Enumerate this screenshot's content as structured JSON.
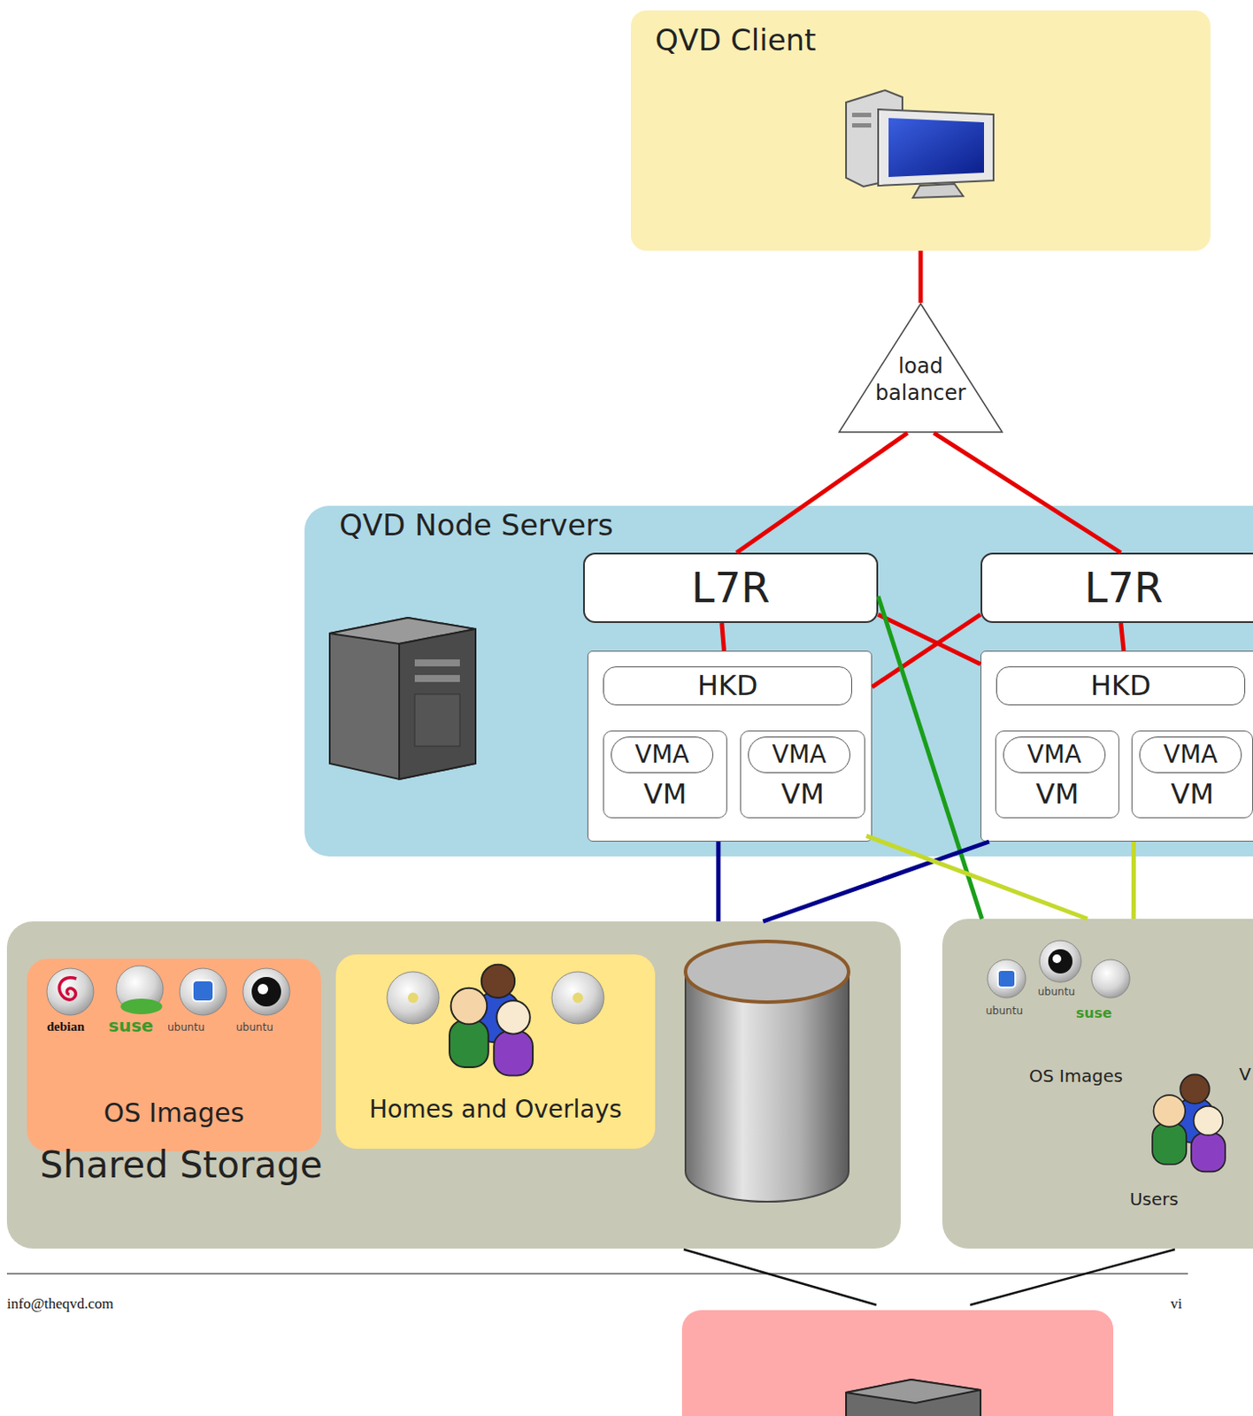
{
  "diagram": {
    "nodes": [
      {
        "text": [
          "QVD Client"
        ]
      },
      {
        "text": [
          "load balancer"
        ]
      },
      {
        "text": [
          "QVD Node Servers"
        ]
      },
      {
        "text": [
          "L7R"
        ],
        "in": 2
      },
      {
        "text": [
          "HKD"
        ],
        "in": 2
      },
      {
        "text": [
          "VMA",
          "VM"
        ],
        "in": 4
      },
      {
        "text": [
          "VMA",
          "VM"
        ],
        "in": 4
      },
      {
        "text": [
          "L7R"
        ],
        "in": 2
      },
      {
        "text": [
          "HKD"
        ],
        "in": 2
      },
      {
        "text": [
          "VMA",
          "VM"
        ],
        "in": 8
      },
      {
        "text": [
          "VMA",
          "VM"
        ],
        "in": 8
      },
      {
        "text": [
          "Shared Storage"
        ]
      },
      {
        "text": [
          "OS Images"
        ],
        "in": 11
      },
      {
        "text": [
          "Homes and Overlays"
        ],
        "in": 11
      },
      {
        "text": [
          "OS Images",
          "Users"
        ]
      }
    ],
    "edges": [
      {
        "from": 0,
        "to": 1,
        "arrow": "none"
      },
      {
        "from": 1,
        "to": 3,
        "arrow": "none"
      },
      {
        "from": 1,
        "to": 7,
        "arrow": "none"
      },
      {
        "from": 3,
        "to": 4,
        "arrow": "none"
      },
      {
        "from": 7,
        "to": 8,
        "arrow": "none"
      },
      {
        "from": 3,
        "to": 8,
        "arrow": "none"
      },
      {
        "from": 7,
        "to": 4,
        "arrow": "none"
      },
      {
        "from": 3,
        "to": 14,
        "arrow": "none"
      },
      {
        "from": 4,
        "to": 11,
        "arrow": "none"
      },
      {
        "from": 8,
        "to": 11,
        "arrow": "none"
      },
      {
        "from": 4,
        "to": 14,
        "arrow": "none"
      },
      {
        "from": 8,
        "to": 14,
        "arrow": "none"
      }
    ],
    "labels": [
      "debian",
      "suse",
      "ubuntu",
      "ubuntu",
      "ubuntu",
      "ubuntu",
      "suse",
      "V",
      "info@theqvd.com",
      "vi"
    ]
  }
}
